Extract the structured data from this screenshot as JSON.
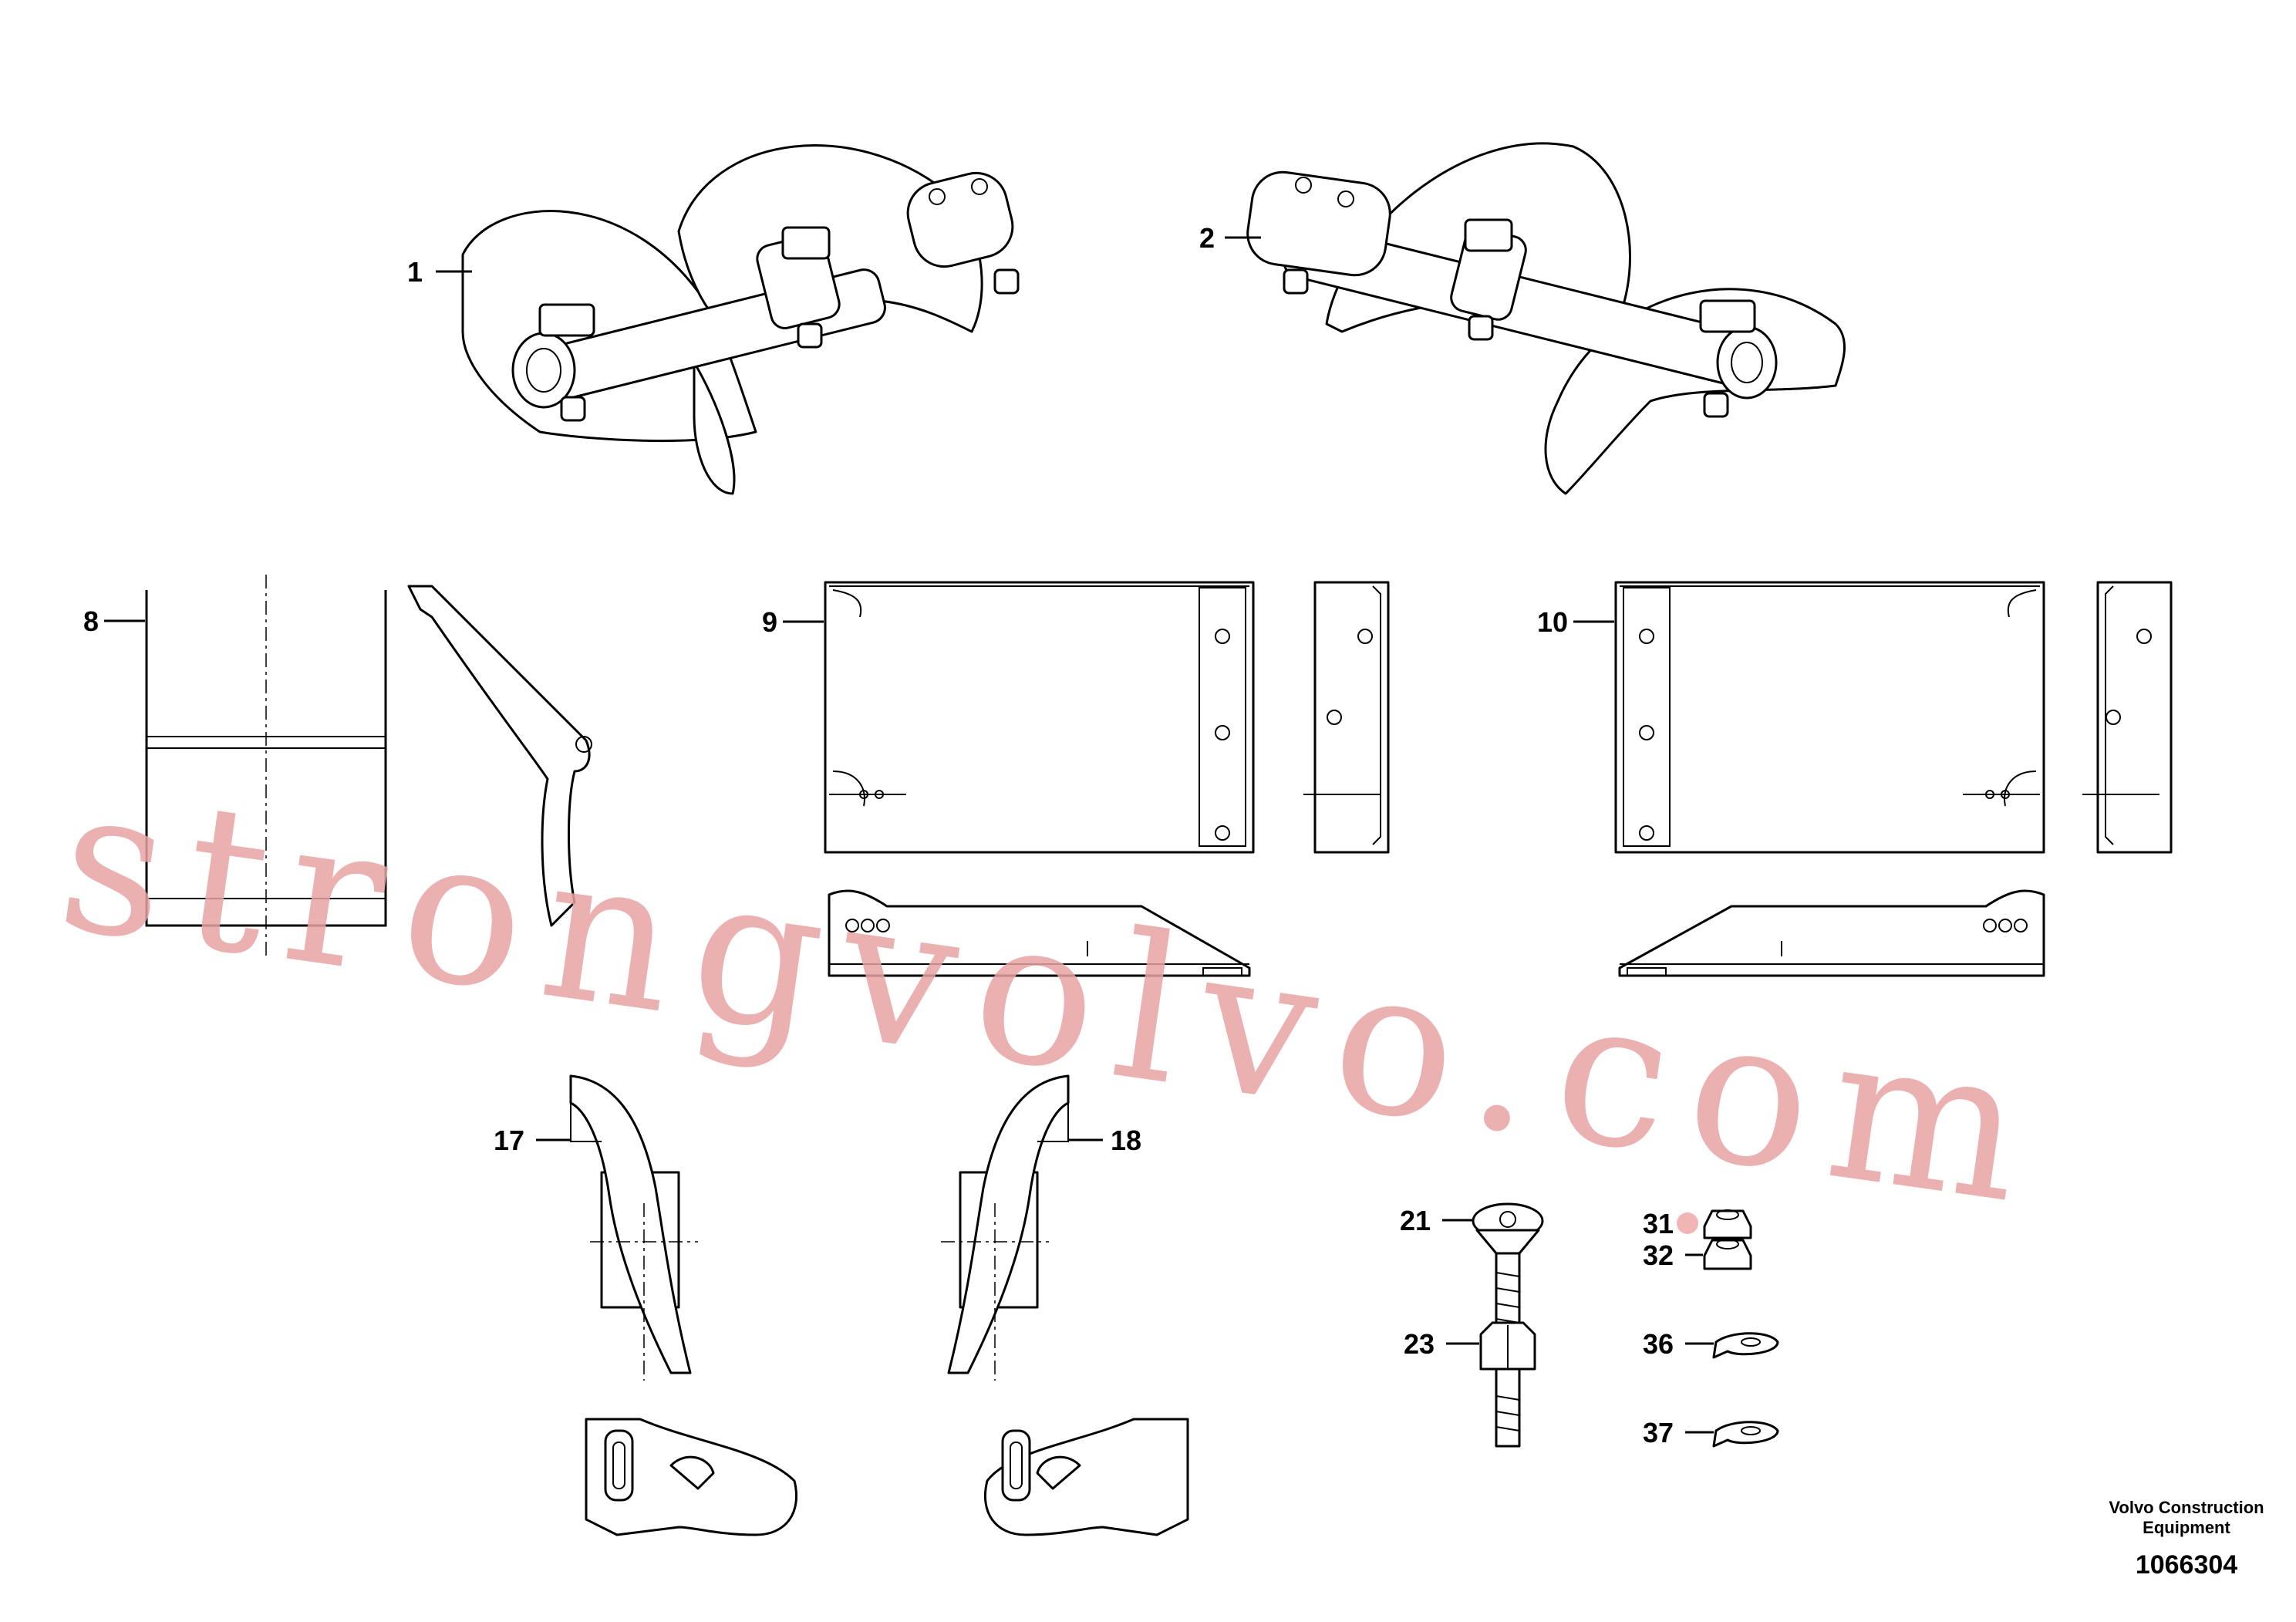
{
  "callouts": {
    "c1": "1",
    "c2": "2",
    "c8": "8",
    "c9": "9",
    "c10": "10",
    "c17": "17",
    "c18": "18",
    "c21": "21",
    "c23": "23",
    "c31": "31",
    "c32": "32",
    "c36": "36",
    "c37": "37"
  },
  "watermark": "strongvolvo.com",
  "footer": {
    "brand_line1": "Volvo Construction",
    "brand_line2": "Equipment",
    "doc_number": "1066304"
  },
  "colors": {
    "watermark": "#e8a3a3",
    "ink": "#000000",
    "marker": "#f2b5b5"
  }
}
